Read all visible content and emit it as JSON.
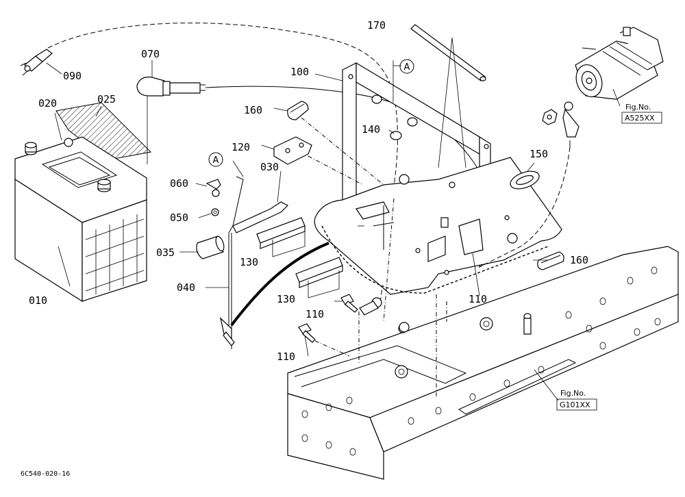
{
  "diagram": {
    "labels": {
      "p010": "010",
      "p020": "020",
      "p025": "025",
      "p030": "030",
      "p035": "035",
      "p040": "040",
      "p050": "050",
      "p060": "060",
      "p070": "070",
      "p090": "090",
      "p100": "100",
      "p110a": "110",
      "p110b": "110",
      "p110c": "110",
      "p120": "120",
      "p130a": "130",
      "p130b": "130",
      "p140": "140",
      "p150": "150",
      "p160a": "160",
      "p160b": "160",
      "p170": "170"
    },
    "callouts": {
      "a_top": "A",
      "a_left": "A"
    },
    "fig_refs": {
      "starter_title": "Fig.No.",
      "starter_code": "A525XX",
      "frame_title": "Fig.No.",
      "frame_code": "G101XX"
    },
    "footer_code": "6C540-020-16"
  }
}
